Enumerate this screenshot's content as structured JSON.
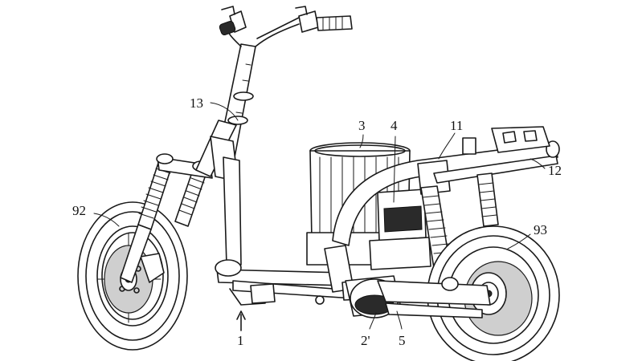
{
  "labels": {
    "frame_main": "1",
    "motor_mount": "2'",
    "battery": "3",
    "controller": "4",
    "motor": "5",
    "rear_frame": "11",
    "rear_rail": "12",
    "steering_column": "13",
    "front_wheel": "92",
    "rear_wheel": "93"
  }
}
